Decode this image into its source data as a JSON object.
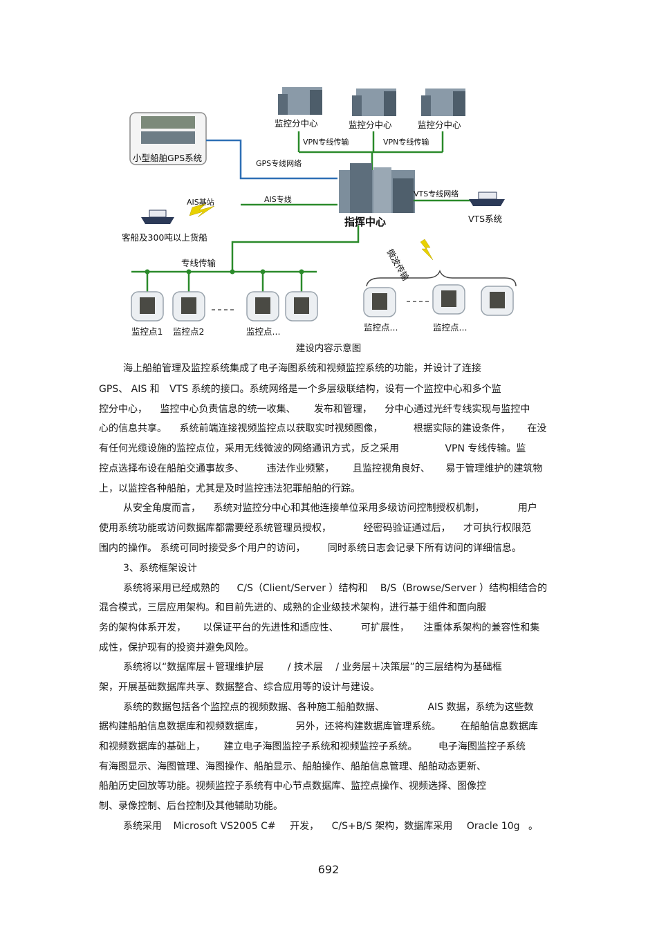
{
  "diagram": {
    "labels": {
      "sub_center_1": "监控分中心",
      "sub_center_2": "监控分中心",
      "sub_center_3": "监控分中心",
      "vpn_1": "VPN专线传输",
      "vpn_2": "VPN专线传输",
      "small_ship_gps": "小型船舶GPS系统",
      "gps_network": "GPS专线网络",
      "ais_base": "AIS基站",
      "ais_line": "AIS专线",
      "vts_network": "VTS专线网络",
      "command_center": "指挥中心",
      "vts_system": "VTS系统",
      "cargo_ships": "客船及300吨以上货船",
      "microwave": "微波传输",
      "dedicated_line": "专线传输",
      "point_1": "监控点1",
      "point_2": "监控点2",
      "point_dots": "监控点...",
      "point_right_1": "监控点...",
      "point_right_2": "监控点..."
    },
    "caption": "建设内容示意图"
  },
  "body_lines": [
    [
      "海上船舶管理及监控系统集成了电子海图系统和视频监控系统的功能，并设计了连接"
    ],
    [
      "GPS、 AIS 和",
      "VTS 系统的接口。系统网络是一个多层级联结构，设有一个监控中心和多个监"
    ],
    [
      "控分中心，",
      "监控中心负责信息的统一收集、",
      "发布和管理，",
      "分中心通过光纤专线实现与监控中"
    ],
    [
      "心的信息共享。",
      "系统前端连接视频监控点以获取实时视频图像，",
      "根据实际的建设条件，",
      "在没"
    ],
    [
      "有任何光缆设施的监控点位，采用无线微波的网络通讯方式，反之采用",
      "VPN 专线传输。监"
    ],
    [
      "控点选择布设在船舶交通事故多、",
      "违法作业频繁，",
      "且监控视角良好、",
      "易于管理维护的建筑物"
    ],
    [
      "上，以监控各种船舶，尤其是及时监控违法犯罪船舶的行踪。"
    ],
    [
      "从安全角度而言，",
      "系统对监控分中心和其他连接单位采用多级访问控制授权机制，",
      "用户"
    ],
    [
      "使用系统功能或访问数据库都需要经系统管理员授权，",
      "经密码验证通过后，",
      "才可执行权限范"
    ],
    [
      "围内的操作。 系统可同时接受多个用户的访问，",
      "同时系统日志会记录下所有访问的详细信息。"
    ],
    [
      "3、系统框架设计"
    ],
    [
      "系统将采用已经成熟的",
      "C/S（Client/Server ）结构和",
      "B/S（Browse/Server ）结构相结合的"
    ],
    [
      "混合模式，三层应用架构。和目前先进的、成熟的企业级技术架构，进行基于组件和面向服"
    ],
    [
      "务的架构体系开发，",
      "以保证平台的先进性和适应性、",
      "可扩展性，",
      "注重体系架构的兼容性和集"
    ],
    [
      "成性，保护现有的投资并避免风险。"
    ],
    [
      "系统将以“数据库层＋管理维护层",
      "/ 技术层",
      "/ 业务层＋决策层”的三层结构为基础框"
    ],
    [
      "架，开展基础数据库共享、数据整合、综合应用等的设计与建设。"
    ],
    [
      "系统的数据包括各个监控点的视频数据、各种施工船舶数据、",
      "AIS 数据，系统为这些数"
    ],
    [
      "据构建船舶信息数据库和视频数据库，",
      "另外，还将构建数据库管理系统。",
      "在船舶信息数据库"
    ],
    [
      "和视频数据库的基础上，",
      "建立电子海图监控子系统和视频监控子系统。",
      "电子海图监控子系统"
    ],
    [
      "有海图显示、海图管理、海图操作、船舶显示、船舶操作、船舶信息管理、船舶动态更新、"
    ],
    [
      "船舶历史回放等功能。视频监控子系统有中心节点数据库、监控点操作、视频选择、图像控"
    ],
    [
      "制、录像控制、后台控制及其他辅助功能。"
    ],
    [
      "系统采用",
      "Microsoft VS2005 C#",
      "开发，",
      "C/S+B/S 架构，数据库采用",
      "Oracle 10g",
      "。"
    ]
  ],
  "page_number": "692",
  "colors": {
    "network_line": "#2e6fb5",
    "green_line": "#2a8a2a",
    "lightning": "#e8d100"
  }
}
